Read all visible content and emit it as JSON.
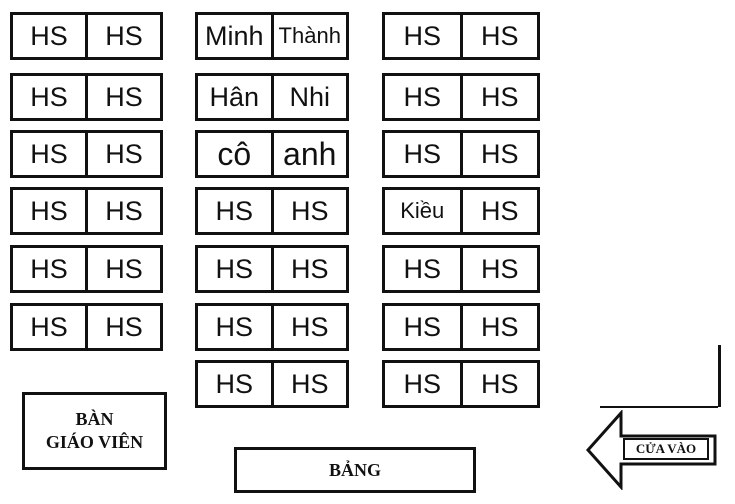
{
  "columns": [
    {
      "rows": [
        [
          "HS",
          "HS"
        ],
        [
          "HS",
          "HS"
        ],
        [
          "HS",
          "HS"
        ],
        [
          "HS",
          "HS"
        ],
        [
          "HS",
          "HS"
        ],
        [
          "HS",
          "HS"
        ]
      ]
    },
    {
      "rows": [
        [
          "Minh",
          "Thành"
        ],
        [
          "Hân",
          "Nhi"
        ],
        [
          "cô",
          "anh"
        ],
        [
          "HS",
          "HS"
        ],
        [
          "HS",
          "HS"
        ],
        [
          "HS",
          "HS"
        ],
        [
          "HS",
          "HS"
        ]
      ]
    },
    {
      "rows": [
        [
          "HS",
          "HS"
        ],
        [
          "HS",
          "HS"
        ],
        [
          "HS",
          "HS"
        ],
        [
          "Kiều",
          "HS"
        ],
        [
          "HS",
          "HS"
        ],
        [
          "HS",
          "HS"
        ],
        [
          "HS",
          "HS"
        ]
      ]
    }
  ],
  "teacher_desk": {
    "line1": "BÀN",
    "line2": "GIÁO VIÊN"
  },
  "board": {
    "label": "BẢNG"
  },
  "entrance": {
    "label": "CỬA VÀO"
  }
}
